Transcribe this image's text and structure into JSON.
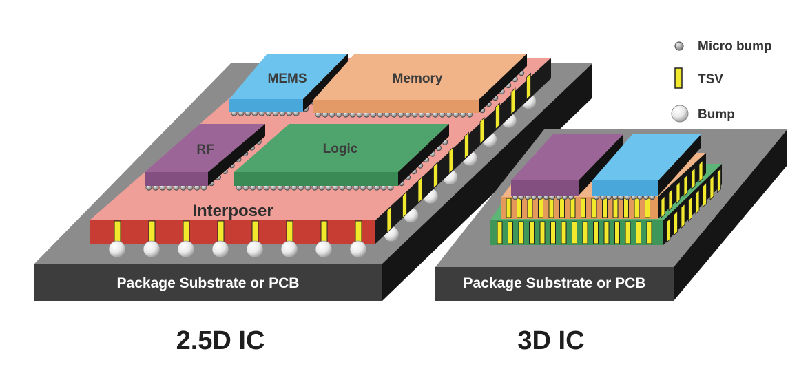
{
  "legend": {
    "micro_bump": "Micro bump",
    "tsv": "TSV",
    "bump": "Bump"
  },
  "ic_25d": {
    "caption": "2.5D IC",
    "substrate": "Package Substrate or PCB",
    "interposer": "Interposer",
    "chips": {
      "mems": "MEMS",
      "memory": "Memory",
      "rf": "RF",
      "logic": "Logic"
    }
  },
  "ic_3d": {
    "caption": "3D IC",
    "substrate": "Package Substrate or PCB"
  },
  "colors": {
    "substrate_top": "#8a8a8a",
    "substrate_front": "#3c3c3c",
    "substrate_side": "#141414",
    "interposer_top": "#ef9e97",
    "interposer_front": "#c53c33",
    "mems": "#5ab4e4",
    "memory": "#efb283",
    "rf": "#9b6396",
    "logic": "#4c9f68",
    "tsv": "#f2e82c"
  }
}
